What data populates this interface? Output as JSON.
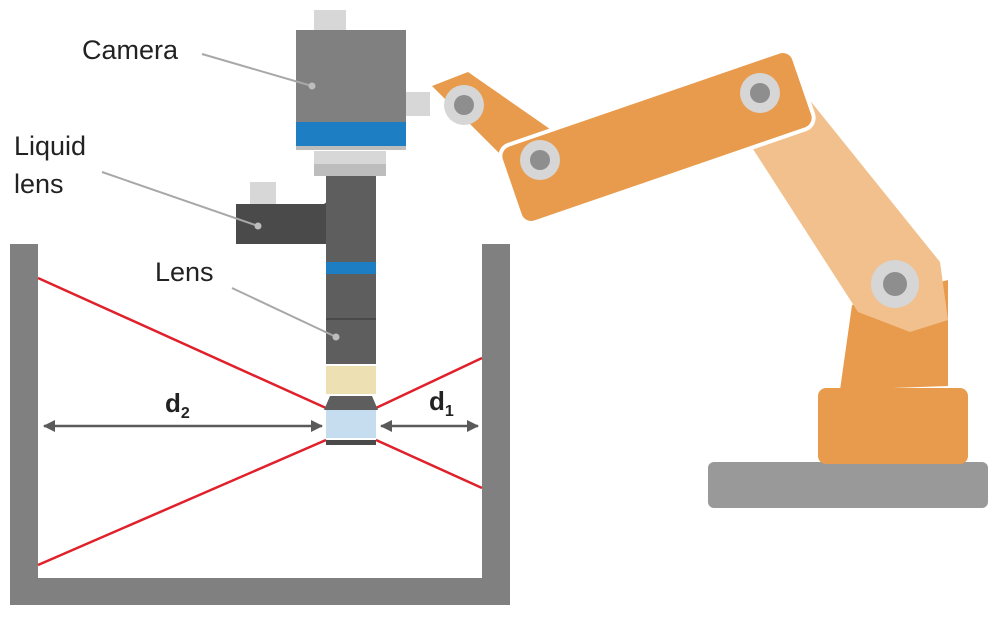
{
  "labels": {
    "camera": "Camera",
    "liquid_lens_line1": "Liquid",
    "liquid_lens_line2": "lens",
    "lens": "Lens"
  },
  "dimensions": {
    "d2_main": "d",
    "d2_sub": "2",
    "d1_main": "d",
    "d1_sub": "1"
  },
  "colors": {
    "container": "#808080",
    "camera_body": "#808080",
    "blue_band": "#1e7ec3",
    "lens_barrel": "#5e5e5e",
    "liquid_lens": "#4a4a4a",
    "cream_ring": "#ede0b2",
    "lens_glass": "#c6ddf0",
    "beam": "#e0202b",
    "arm_dark": "#e89b4c",
    "arm_light": "#f1c08c",
    "joint_outer": "#d6d6d6",
    "joint_inner": "#8e8e8e",
    "leader_line": "#a8a8a8",
    "arrow": "#5a5a5a",
    "robot_base": "#999999"
  }
}
